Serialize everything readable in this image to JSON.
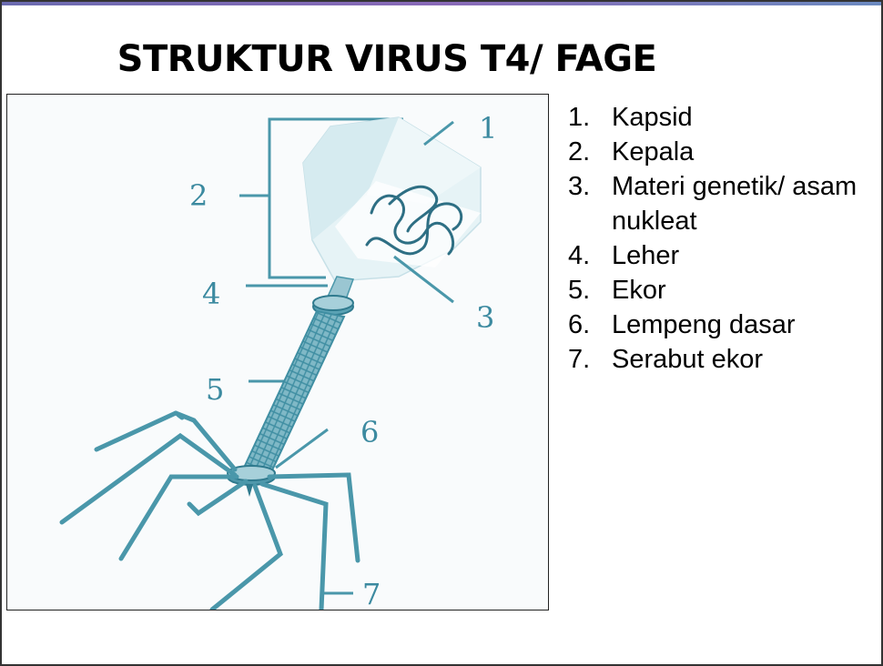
{
  "title": "STRUKTUR VIRUS T4/ FAGE",
  "diagram": {
    "labels": [
      "1",
      "2",
      "3",
      "4",
      "5",
      "6",
      "7"
    ]
  },
  "legend": {
    "items": [
      {
        "num": "1.",
        "text": "Kapsid"
      },
      {
        "num": "2.",
        "text": "Kepala"
      },
      {
        "num": "3.",
        "text": "Materi genetik/ asam nukleat"
      },
      {
        "num": "4.",
        "text": "Leher"
      },
      {
        "num": "5.",
        "text": "Ekor"
      },
      {
        "num": "6.",
        "text": "Lempeng dasar"
      },
      {
        "num": "7.",
        "text": "Serabut ekor"
      }
    ]
  },
  "colors": {
    "diagram_line": "#4a97aa",
    "label_text": "#3c8aa0",
    "capsid_fill": "#dff0f4"
  }
}
